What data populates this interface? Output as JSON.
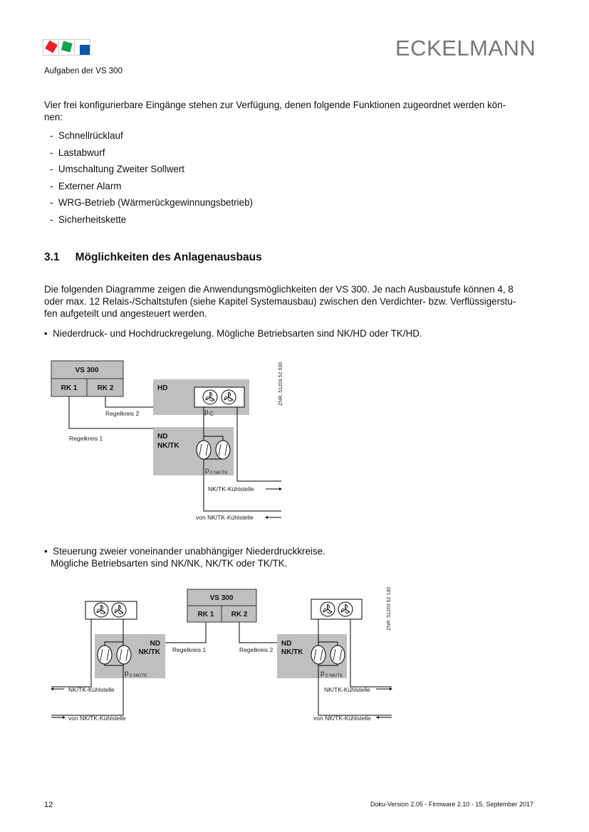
{
  "header": {
    "section": "Aufgaben der VS 300",
    "brand": "ECKELMANN"
  },
  "intro": "Vier frei konfigurierbare Eingänge stehen zur Verfügung, denen folgende Funktionen zugeordnet werden kön-nen:",
  "intro_lines": [
    "Vier frei konfigurierbare Eingänge stehen zur Verfügung, denen folgende Funktionen zugeordnet werden kön-",
    "nen:"
  ],
  "functions": [
    "Schnellrücklauf",
    "Lastabwurf",
    "Umschaltung Zweiter Sollwert",
    "Externer Alarm",
    "WRG-Betrieb (Wärmerückgewinnungsbetrieb)",
    "Sicherheitskette"
  ],
  "section": {
    "number": "3.1",
    "title": "Möglichkeiten des Anlagenausbaus"
  },
  "para": [
    "Die folgenden Diagramme zeigen die Anwendungsmöglichkeiten der VS 300. Je nach Ausbaustufe können 4, 8",
    "oder max. 12 Relais-/Schaltstufen (siehe Kapitel Systemausbau) zwischen den Verdichter- bzw. Verflüssigerstu-",
    "fen aufgeteilt und angesteuert werden."
  ],
  "bullet1": "Niederdruck- und Hochdruckregelung. Mögliche Betriebsarten sind NK/HD oder TK/HD.",
  "bullet2": [
    "Steuerung zweier voneinander unabhängiger Niederdruckkreise.",
    "Mögliche Betriebsarten sind NK/NK, NK/TK oder TK/TK."
  ],
  "diagram1": {
    "vs": "VS 300",
    "rk1": "RK 1",
    "rk2": "RK 2",
    "hd": "HD",
    "nd": "ND",
    "ndtype": "NK/TK",
    "rk_label2": "Regelkreis 2",
    "rk_label1": "Regelkreis 1",
    "pc": "p",
    "pc_sub": "C",
    "p0": "p",
    "p0_sub": "0 NK/TK",
    "to": "NK/TK-Kühlstelle",
    "from": "von NK/TK-Kühlstelle",
    "znr": "ZNR. 51203 52 030"
  },
  "diagram2": {
    "vs": "VS 300",
    "rk1": "RK 1",
    "rk2": "RK 2",
    "nd": "ND",
    "ndtype": "NK/TK",
    "rk_label1": "Regelkreis 1",
    "rk_label2": "Regelkreis 2",
    "p0": "p",
    "p0_sub": "0 NK/TK",
    "to": "NK/TK-Kühlstelle",
    "from": "von NK/TK-Kühlstelle",
    "znr": "ZNR. 51203 52 130"
  },
  "footer": {
    "page": "12",
    "version": "Doku-Version 2.05 - Firmware 2.10 - 15. September 2017"
  },
  "colors": {
    "gray": "#bfbfc1",
    "red": "#e8202a",
    "green": "#0fa14a",
    "blue": "#0a56a8"
  }
}
